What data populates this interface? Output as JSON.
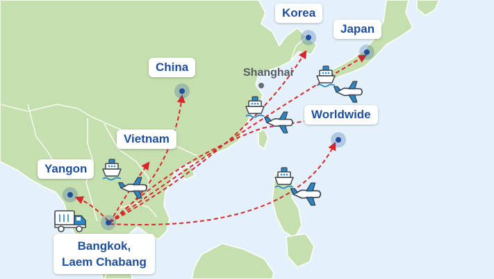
{
  "map": {
    "colors": {
      "sea": "#e4f1fb",
      "land": "#c6dfae",
      "border": "#ffffff",
      "route": "#d8262b",
      "marker": "#1e4f9c",
      "label_text": "#1e4f9c"
    },
    "labels": {
      "korea": "Korea",
      "japan": "Japan",
      "china": "China",
      "shanghai": "Shanghai",
      "worldwide": "Worldwide",
      "vietnam": "Vietnam",
      "yangon": "Yangon",
      "bangkok_line1": "Bangkok,",
      "bangkok_line2": "Laem Chabang"
    },
    "icons": [
      "ship-icon",
      "plane-icon",
      "truck-icon",
      "location-marker-icon"
    ]
  }
}
